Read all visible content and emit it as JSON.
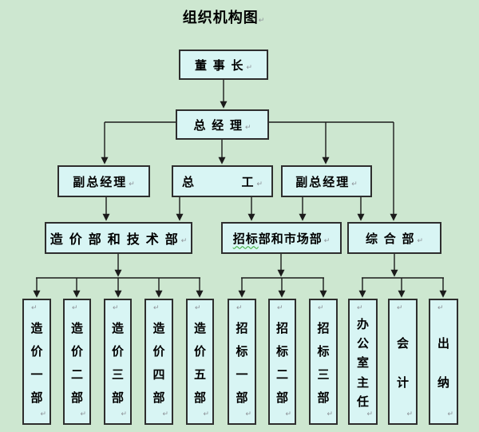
{
  "title": "组织机构图",
  "pilcrow": "↵",
  "colors": {
    "background": "#cde7d0",
    "box_fill": "#d8f5f4",
    "box_border": "#2e2e2e",
    "connector_line": "#1b1b1b",
    "spellcheck_squiggle": "#2faa2f",
    "text": "#000000",
    "paragraph_mark": "#8d9298"
  },
  "org": {
    "chairman": {
      "label": "董 事 长"
    },
    "general_manager": {
      "label": "总 经 理"
    },
    "level3": [
      {
        "label": "副总经理"
      },
      {
        "label": "总          工"
      },
      {
        "label": "副总经理"
      }
    ],
    "level4": [
      {
        "label": "造 价 部 和 技 术 部"
      },
      {
        "head": "招标",
        "tail": "部和市场部"
      },
      {
        "label": "综 合 部"
      }
    ],
    "level5": [
      {
        "label": "造价一部"
      },
      {
        "label": "造价二部"
      },
      {
        "label": "造价三部"
      },
      {
        "label": "造价四部"
      },
      {
        "label": "造价五部"
      },
      {
        "label": "招标一部"
      },
      {
        "label": "招标二部"
      },
      {
        "label": "招标三部"
      },
      {
        "label": "办公室主任"
      },
      {
        "label": "会计"
      },
      {
        "label": "出纳"
      }
    ]
  }
}
